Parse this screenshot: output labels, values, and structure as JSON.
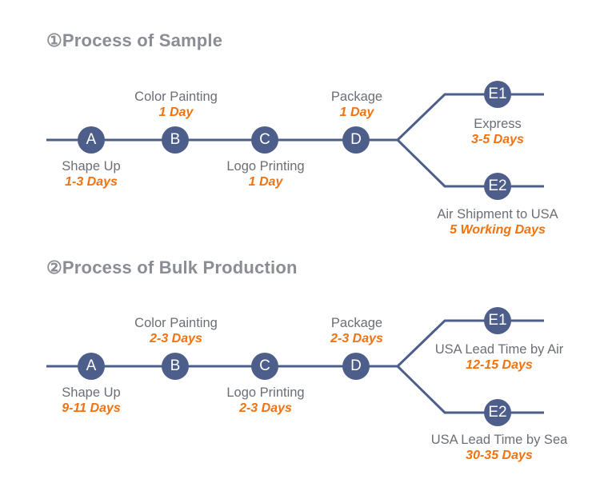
{
  "colors": {
    "line": "#4d5e8b",
    "node": "#4d5e8b",
    "duration": "#f2720f",
    "text": "#6b6e75",
    "heading": "#8a8d94"
  },
  "sample": {
    "title": "①Process of Sample",
    "nodes": [
      "A",
      "B",
      "C",
      "D",
      "E1",
      "E2"
    ],
    "steps": {
      "a": {
        "name": "Shape Up",
        "duration": "1-3 Days"
      },
      "b": {
        "name": "Color Painting",
        "duration": "1 Day"
      },
      "c": {
        "name": "Logo Printing",
        "duration": "1 Day"
      },
      "d": {
        "name": "Package",
        "duration": "1 Day"
      },
      "e1": {
        "name": "Express",
        "duration": "3-5 Days"
      },
      "e2": {
        "name": "Air Shipment to USA",
        "duration": "5 Working Days"
      }
    }
  },
  "bulk": {
    "title": "②Process of Bulk Production",
    "nodes": [
      "A",
      "B",
      "C",
      "D",
      "E1",
      "E2"
    ],
    "steps": {
      "a": {
        "name": "Shape Up",
        "duration": "9-11 Days"
      },
      "b": {
        "name": "Color Painting",
        "duration": "2-3 Days"
      },
      "c": {
        "name": "Logo Printing",
        "duration": "2-3 Days"
      },
      "d": {
        "name": "Package",
        "duration": "2-3 Days"
      },
      "e1": {
        "name": "USA Lead Time by Air",
        "duration": "12-15 Days"
      },
      "e2": {
        "name": "USA Lead Time by Sea",
        "duration": "30-35 Days"
      }
    }
  }
}
